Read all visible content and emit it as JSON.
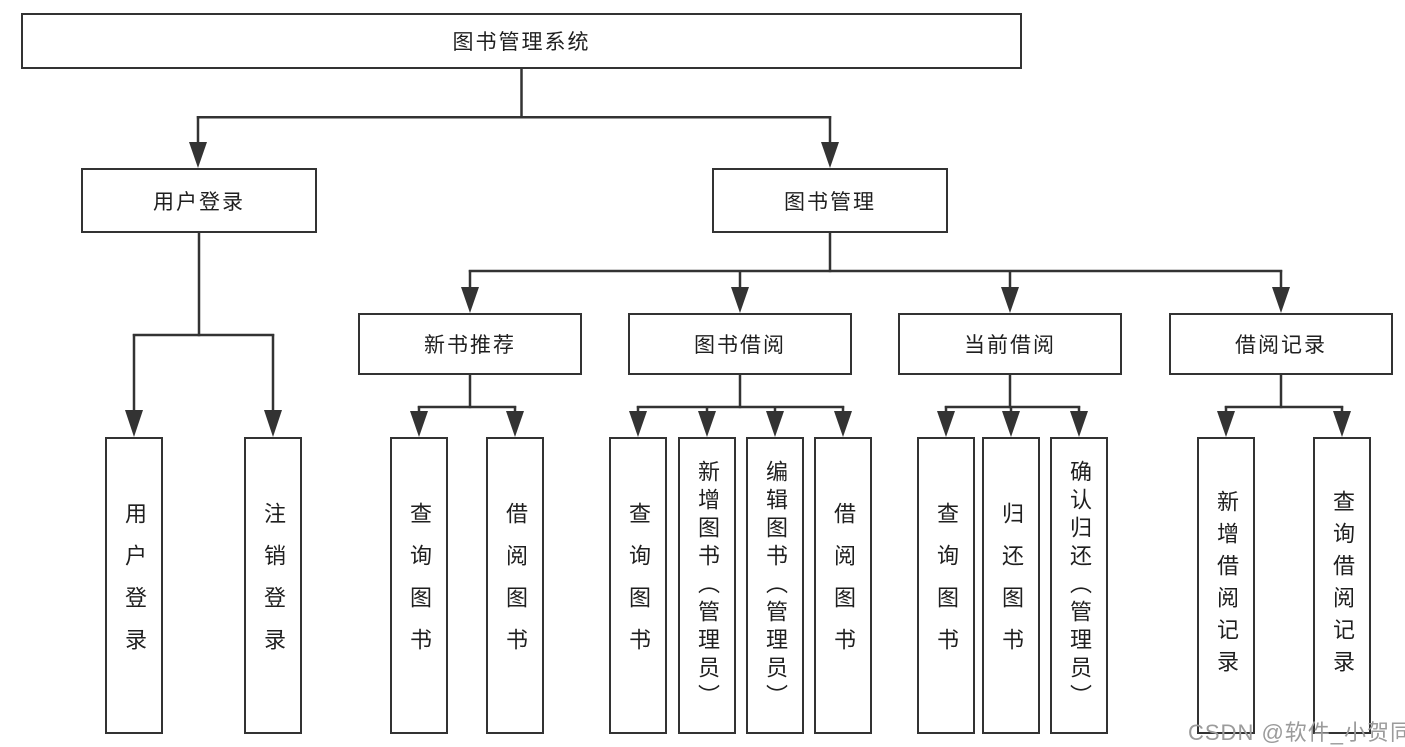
{
  "colors": {
    "background": "#ffffff",
    "box_fill": "#ffffff",
    "box_border": "#333333",
    "connector_line": "#333333",
    "text": "#1f1f1f",
    "watermark": "#9b9b9b"
  },
  "watermark": {
    "text": "CSDN @软件_小贺同学"
  },
  "tree": {
    "root": {
      "label": "图书管理系统",
      "children": [
        {
          "label": "用户登录",
          "children": [
            {
              "label": "用户登录"
            },
            {
              "label": "注销登录"
            }
          ]
        },
        {
          "label": "图书管理",
          "children": [
            {
              "label": "新书推荐",
              "children": [
                {
                  "label": "查询图书"
                },
                {
                  "label": "借阅图书"
                }
              ]
            },
            {
              "label": "图书借阅",
              "children": [
                {
                  "label": "查询图书"
                },
                {
                  "label": "新增图书（管理员）"
                },
                {
                  "label": "编辑图书（管理员）"
                },
                {
                  "label": "借阅图书"
                }
              ]
            },
            {
              "label": "当前借阅",
              "children": [
                {
                  "label": "查询图书"
                },
                {
                  "label": "归还图书"
                },
                {
                  "label": "确认归还（管理员）"
                }
              ]
            },
            {
              "label": "借阅记录",
              "children": [
                {
                  "label": "新增借阅记录"
                },
                {
                  "label": "查询借阅记录"
                }
              ]
            }
          ]
        }
      ]
    }
  }
}
